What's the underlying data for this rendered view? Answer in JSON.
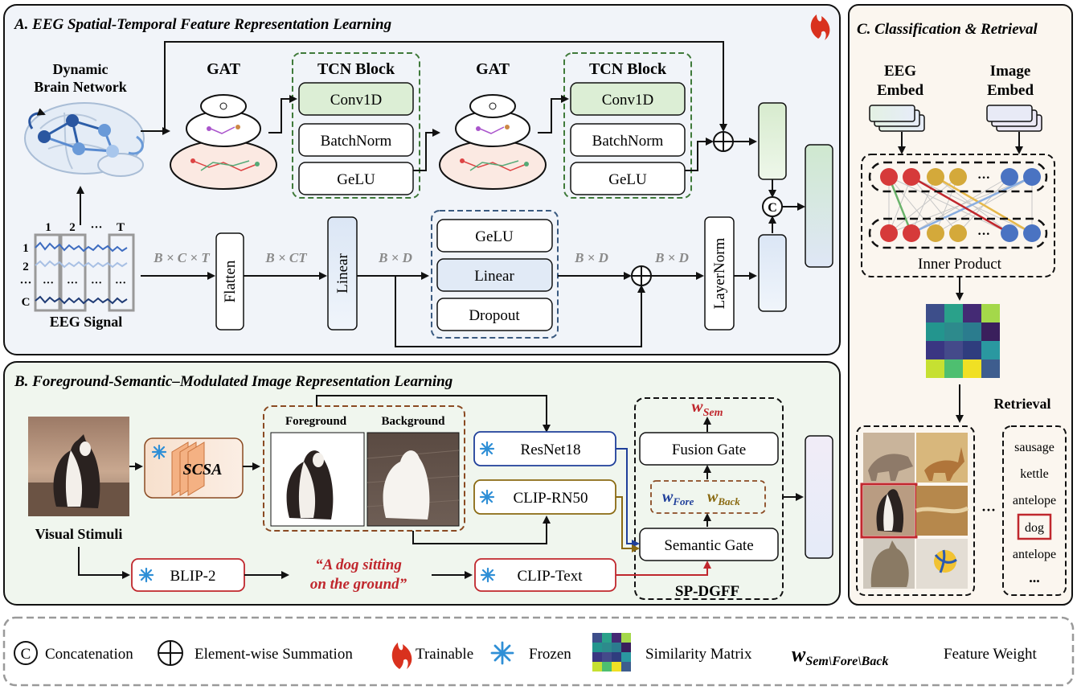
{
  "panels": {
    "a_title": "A. EEG Spatial-Temporal Feature Representation Learning",
    "b_title": "B. Foreground-Semantic–Modulated Image Representation Learning",
    "c_title": "C. Classification & Retrieval"
  },
  "panel_a": {
    "brain_label_1": "Dynamic",
    "brain_label_2": "Brain Network",
    "gat_1": "GAT",
    "gat_2": "GAT",
    "tcn_1": {
      "title": "TCN Block",
      "conv": "Conv1D",
      "bn": "BatchNorm",
      "act": "GeLU"
    },
    "tcn_2": {
      "title": "TCN Block",
      "conv": "Conv1D",
      "bn": "BatchNorm",
      "act": "GeLU"
    },
    "eeg_cols": [
      "1",
      "2",
      "···",
      "T"
    ],
    "eeg_rows": [
      "1",
      "2",
      "···",
      "C"
    ],
    "eeg_signal_label": "EEG Signal",
    "dim_bct": "B × C × T",
    "flatten": "Flatten",
    "dim_bct2": "B × CT",
    "linear_1": "Linear",
    "dim_bd_1": "B × D",
    "mlp": {
      "act": "GeLU",
      "linear": "Linear",
      "dropout": "Dropout"
    },
    "dim_bd_2": "B × D",
    "dim_bd_3": "B × D",
    "layernorm": "LayerNorm",
    "concat_symbol": "C"
  },
  "panel_b": {
    "stimuli_label": "Visual Stimuli",
    "scsa": "SCSA",
    "foreground": "Foreground",
    "background": "Background",
    "resnet": "ResNet18",
    "clip_rn50": "CLIP-RN50",
    "blip": "BLIP-2",
    "caption_1": "“A dog sitting",
    "caption_2": "on the ground”",
    "clip_text": "CLIP-Text",
    "w_sem": "Sem",
    "w_fore": "Fore",
    "w_back": "Back",
    "fusion_gate": "Fusion Gate",
    "semantic_gate": "Semantic Gate",
    "sp_dgff": "SP-DGFF"
  },
  "panel_c": {
    "eeg_embed_1": "EEG",
    "eeg_embed_2": "Embed",
    "image_embed_1": "Image",
    "image_embed_2": "Embed",
    "dots": "···",
    "inner_product": "Inner Product",
    "retrieval": "Retrieval",
    "labels": [
      "sausage",
      "kettle",
      "antelope",
      "dog",
      "antelope",
      "..."
    ],
    "gallery_dots": "···"
  },
  "legend": {
    "concat_symbol": "C",
    "concat": "Concatenation",
    "sum": "Element-wise Summation",
    "trainable": "Trainable",
    "frozen": "Frozen",
    "sim": "Similarity Matrix",
    "w_sub": "Sem\\Fore\\Back",
    "weight": "Feature Weight"
  },
  "colors": {
    "panel_a_bg": "#f1f4f9",
    "panel_b_bg": "#f0f6ee",
    "panel_c_bg": "#fbf6ef",
    "green_dash": "#3f7a3a",
    "blue_dash": "#3a5a80",
    "orange_dash": "#8a4a22",
    "frozen_blue": "#2f8fd6",
    "trainable_red": "#d9311e",
    "caption_red": "#c0272d"
  }
}
